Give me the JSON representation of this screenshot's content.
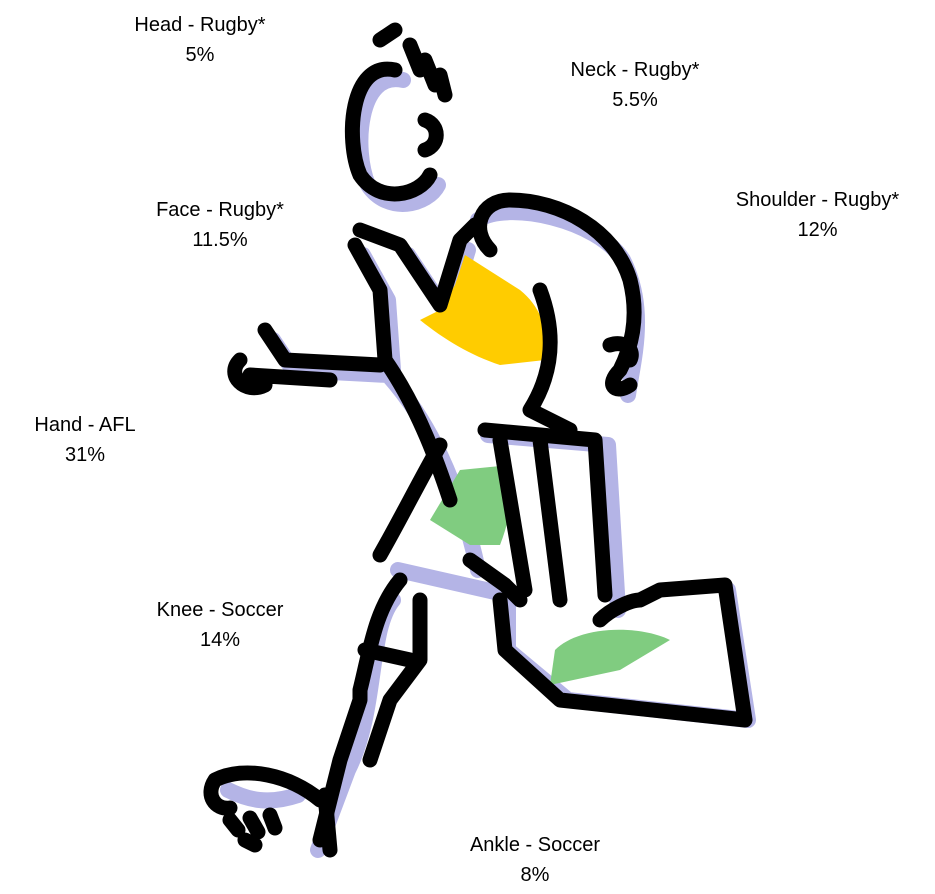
{
  "colors": {
    "outline": "#000000",
    "shadow": "#b4b4e6",
    "chest": "#ffcc00",
    "shorts_patch": "#80cc80",
    "calf_patch": "#80cc80"
  },
  "labels": {
    "head": {
      "title": "Head  - Rugby*",
      "value": "5%"
    },
    "neck": {
      "title": "Neck  - Rugby*",
      "value": "5.5%"
    },
    "face": {
      "title": "Face  - Rugby*",
      "value": "11.5%"
    },
    "shoulder": {
      "title": "Shoulder  - Rugby*",
      "value": "12%"
    },
    "hand": {
      "title": "Hand  - AFL",
      "value": "31%"
    },
    "knee": {
      "title": "Knee  - Soccer",
      "value": "14%"
    },
    "ankle": {
      "title": "Ankle - Soccer",
      "value": "8%"
    }
  }
}
